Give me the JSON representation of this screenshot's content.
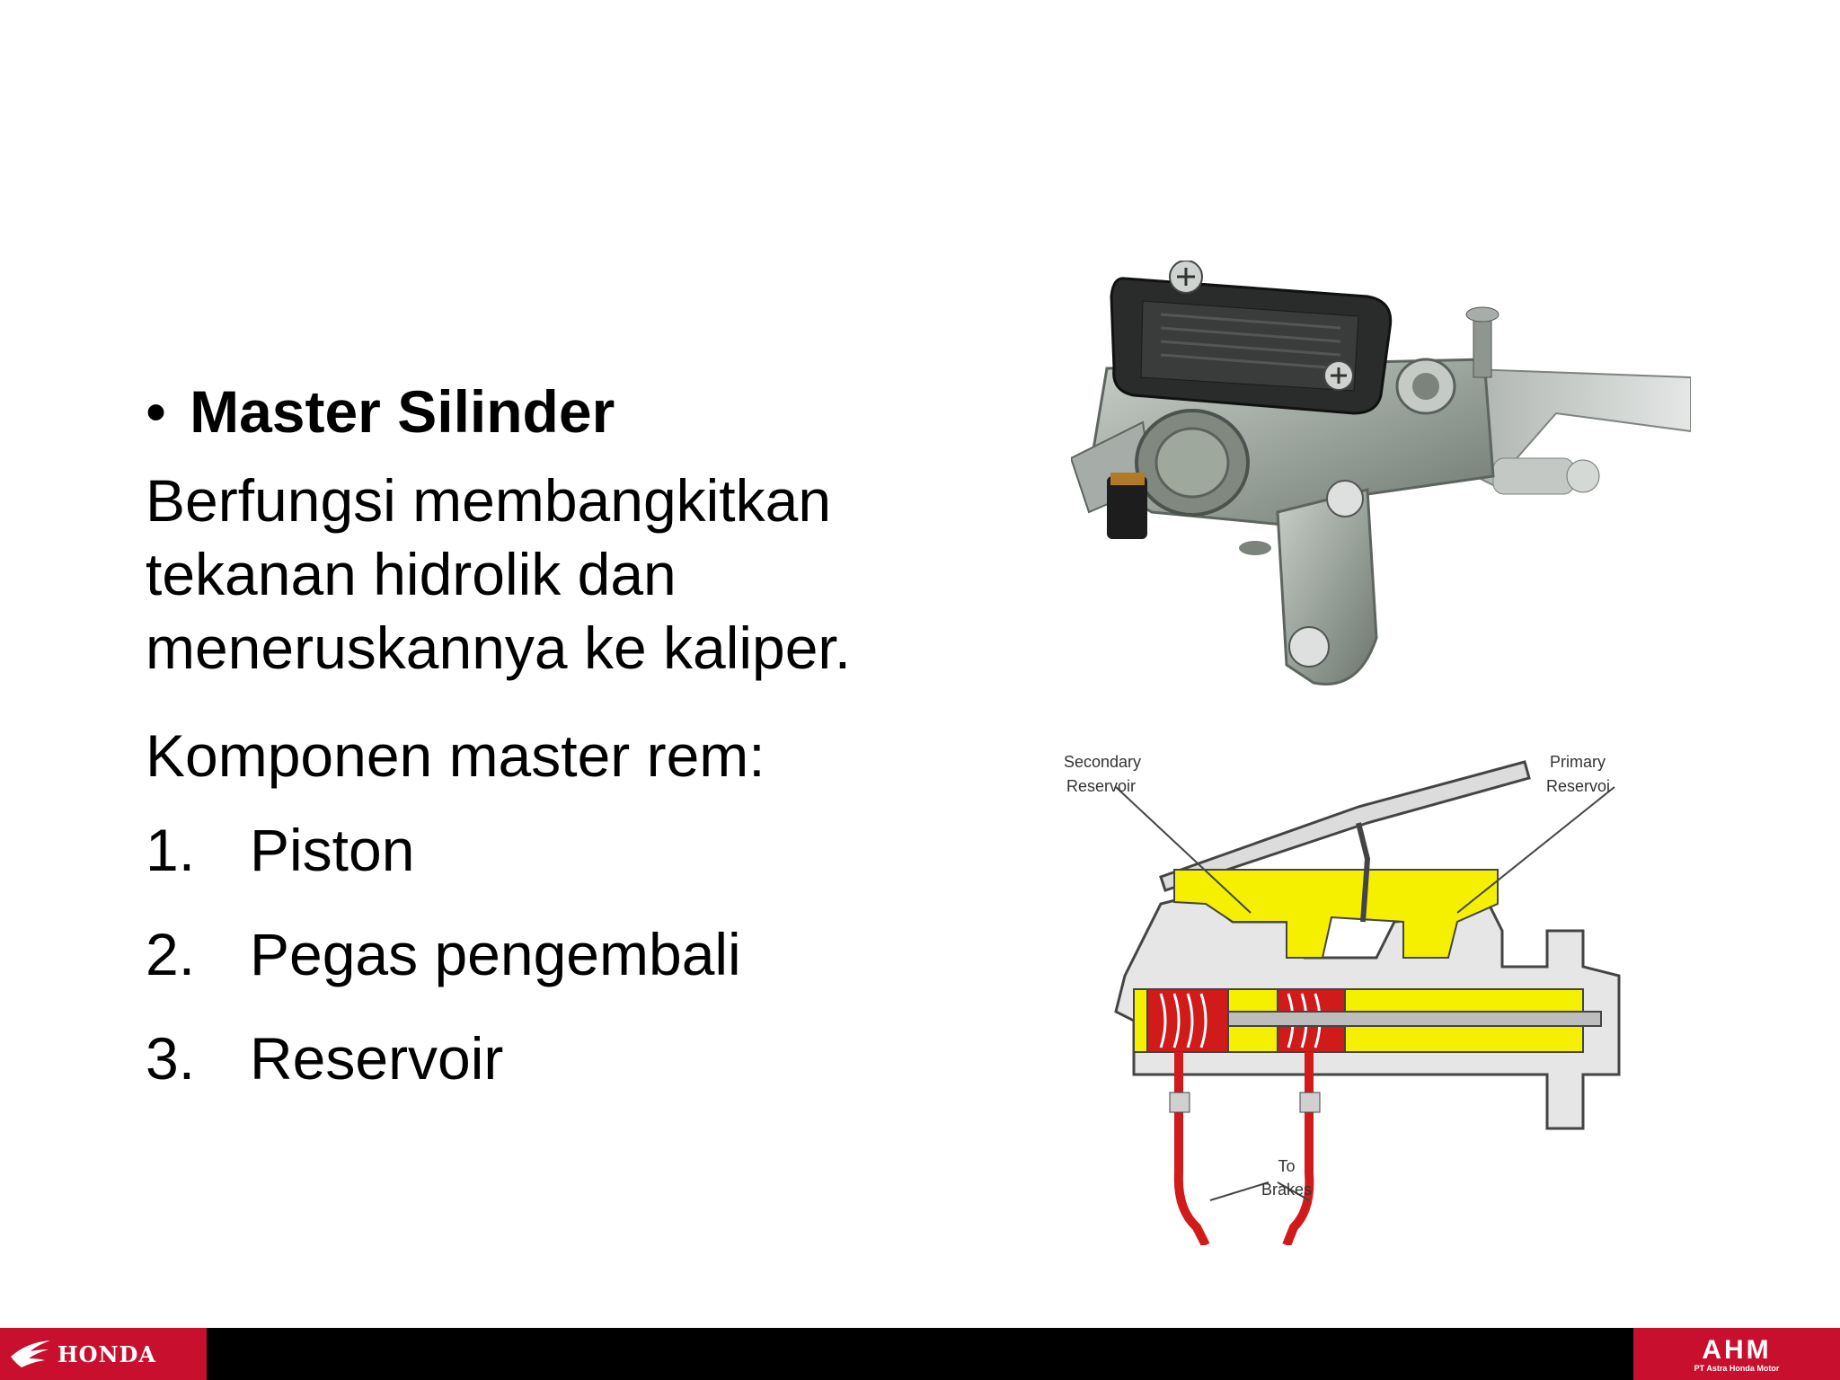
{
  "content": {
    "bullet": "•",
    "heading": "Master Silinder",
    "paragraph_lines": [
      "Berfungsi membangkitkan",
      "tekanan hidrolik dan",
      "meneruskannya ke kaliper."
    ],
    "components_intro": "Komponen master rem:",
    "components": [
      {
        "num": "1.",
        "label": "Piston"
      },
      {
        "num": "2.",
        "label": "Pegas pengembali"
      },
      {
        "num": "3.",
        "label": "Reservoir"
      }
    ]
  },
  "diagram": {
    "secondary_reservoir": [
      "Secondary",
      "Reservoir"
    ],
    "primary_reservoir": [
      "Primary",
      "Reservoi"
    ],
    "to_brakes": [
      "To",
      "Brakes"
    ]
  },
  "footer": {
    "left_logo": "HONDA",
    "right_logo": "AHM",
    "right_tagline": "PT Astra Honda Motor"
  },
  "colors": {
    "footer_bar": "#000000",
    "logo_red": "#c8102e",
    "fluid_yellow": "#f5f000",
    "piston_red": "#d11a1a"
  }
}
